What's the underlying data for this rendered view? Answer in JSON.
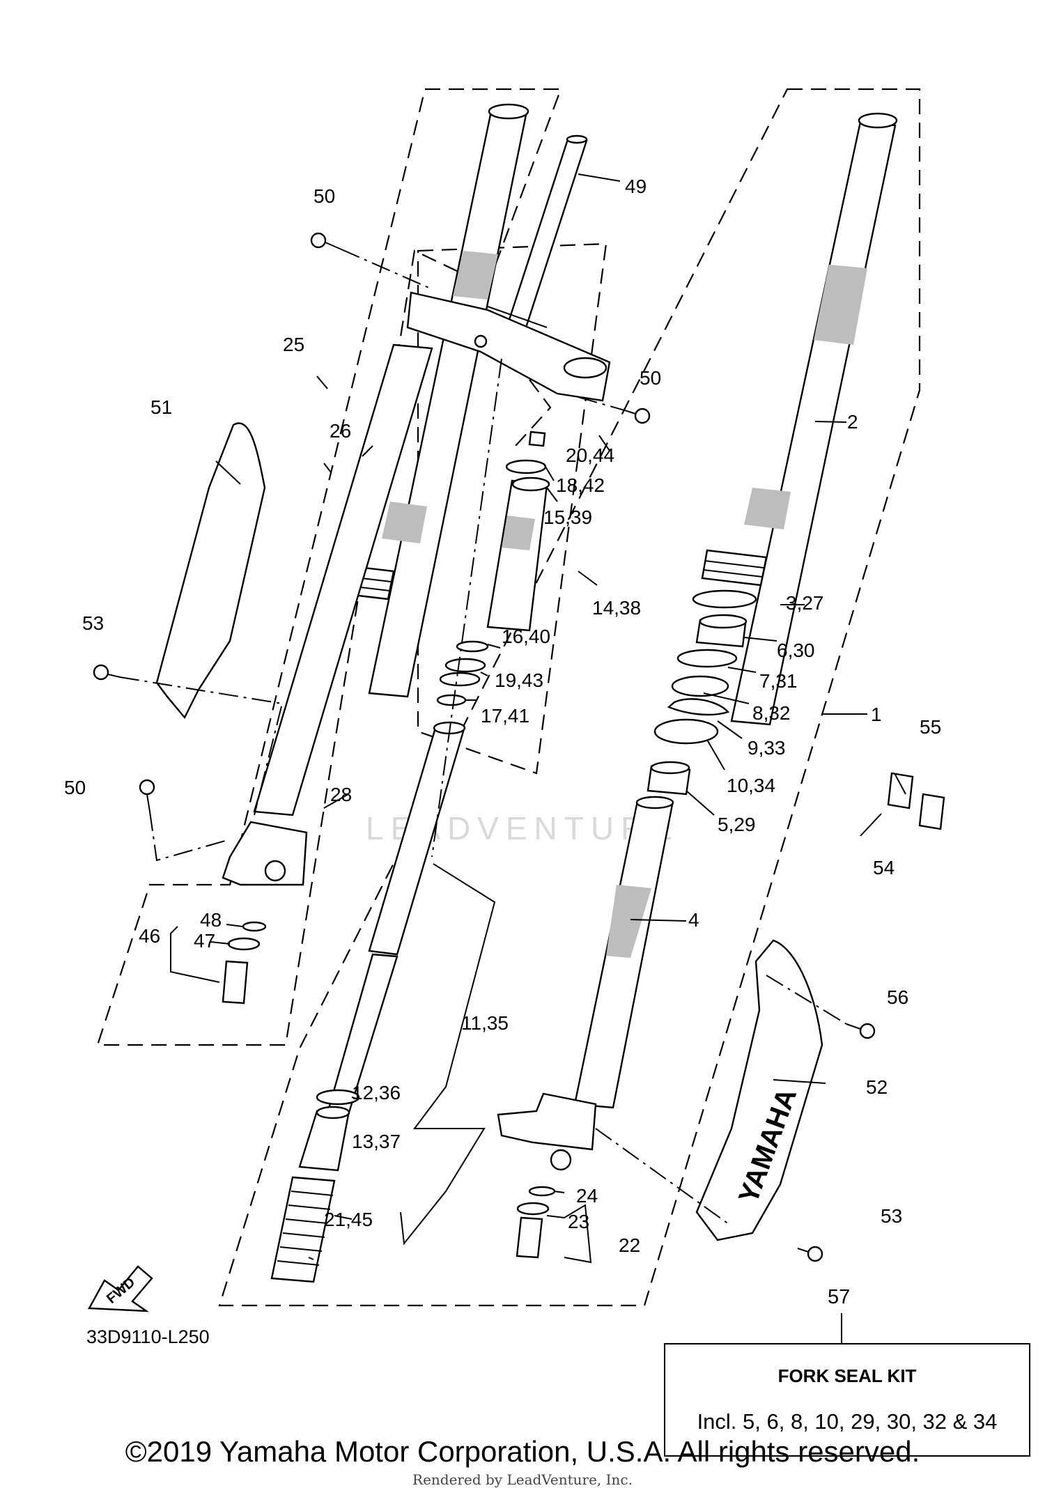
{
  "callouts": {
    "c1": "1",
    "c2": "2",
    "c3_27": "3,27",
    "c4": "4",
    "c5_29": "5,29",
    "c6_30": "6,30",
    "c7_31": "7,31",
    "c8_32": "8,32",
    "c9_33": "9,33",
    "c10_34": "10,34",
    "c11_35": "11,35",
    "c12_36": "12,36",
    "c13_37": "13,37",
    "c14_38": "14,38",
    "c15_39": "15,39",
    "c16_40": "16,40",
    "c17_41": "17,41",
    "c18_42": "18,42",
    "c19_43": "19,43",
    "c20_44": "20,44",
    "c21_45": "21,45",
    "c22": "22",
    "c23": "23",
    "c24": "24",
    "c25": "25",
    "c26": "26",
    "c28": "28",
    "c46": "46",
    "c47": "47",
    "c48": "48",
    "c49": "49",
    "c50_top": "50",
    "c50_right": "50",
    "c50_left": "50",
    "c51": "51",
    "c52": "52",
    "c53_left": "53",
    "c53_right": "53",
    "c54": "54",
    "c55": "55",
    "c56": "56"
  },
  "kit": {
    "number": "57",
    "title": "FORK SEAL KIT",
    "contents": "Incl. 5, 6, 8, 10, 29, 30, 32 & 34"
  },
  "fwd_label": "FWD",
  "guard_logo": "YAMAHA",
  "drawing_code": "33D9110-L250",
  "copyright": "©2019 Yamaha Motor Corporation, U.S.A. All rights reserved.",
  "rendered_by": "Rendered by LeadVenture, Inc.",
  "watermark": "LEADVENTURE"
}
